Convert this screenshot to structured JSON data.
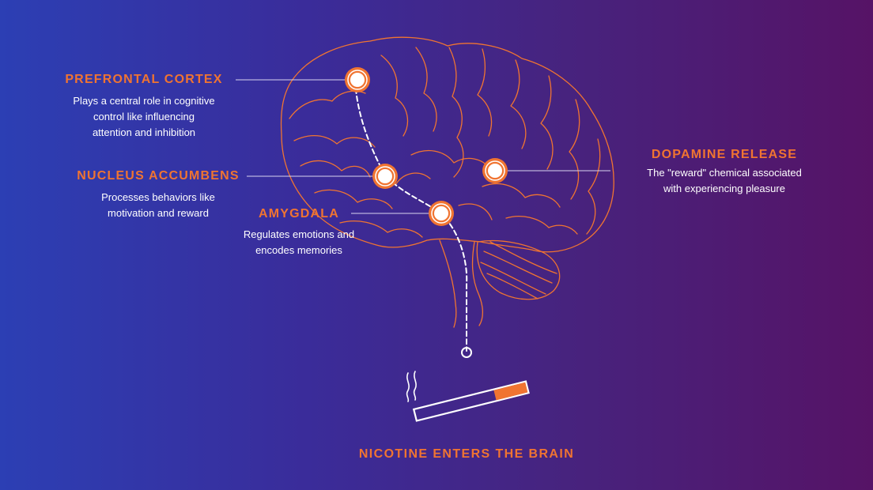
{
  "regions": [
    {
      "id": "prefrontal",
      "title": "PREFRONTAL CORTEX",
      "desc": [
        "Plays a central role in cognitive",
        "control like influencing",
        "attention and inhibition"
      ]
    },
    {
      "id": "accumbens",
      "title": "NUCLEUS ACCUMBENS",
      "desc": [
        "Processes behaviors like",
        "motivation and reward"
      ]
    },
    {
      "id": "amygdala",
      "title": "AMYGDALA",
      "desc": [
        "Regulates emotions and",
        "encodes memories"
      ]
    },
    {
      "id": "dopamine",
      "title": "DOPAMINE RELEASE",
      "desc": [
        "The \"reward\" chemical associated",
        "with experiencing pleasure"
      ]
    }
  ],
  "footer": "NICOTINE ENTERS THE BRAIN",
  "colors": {
    "accent": "#f07431",
    "text": "#ffffff",
    "bg_left": "#2c3fb4",
    "bg_right": "#561366"
  }
}
